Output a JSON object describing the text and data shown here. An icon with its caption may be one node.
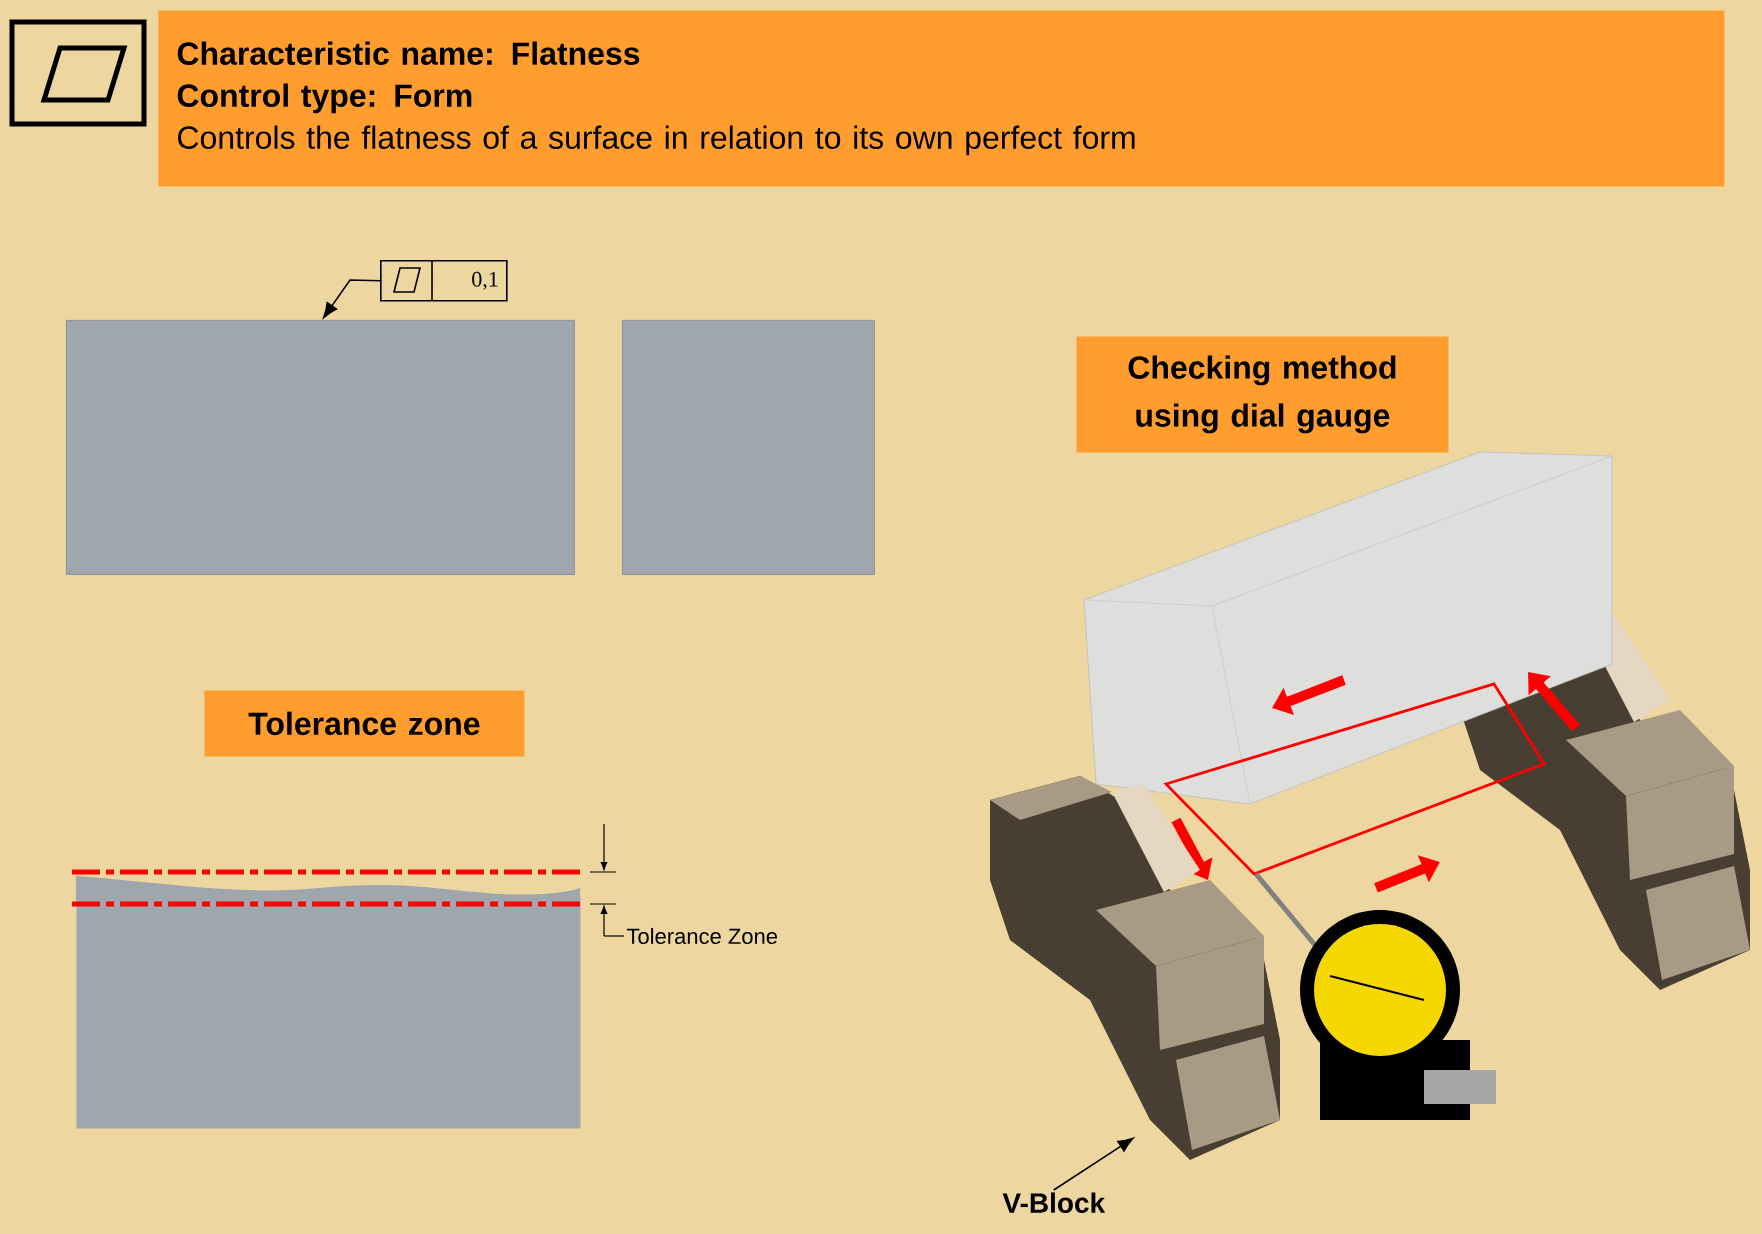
{
  "diagram": {
    "nodes": [
      {
        "text": [
          "Characteristic name: Flatness",
          "Control type: Form",
          "Controls the flatness of a surface in relation to its own perfect form"
        ]
      },
      {
        "text": [
          "0,1"
        ]
      },
      {
        "text": [],
        "shape": "box"
      },
      {
        "text": [],
        "shape": "box"
      },
      {
        "text": [
          "Checking method using dial gauge"
        ]
      },
      {
        "text": [
          "Tolerance zone"
        ]
      },
      {
        "text": [],
        "shape": "box"
      },
      {
        "text": [
          "V-Block"
        ]
      },
      {
        "text": [],
        "shape": "picture"
      }
    ],
    "edges": [
      {
        "from": 1,
        "to": 2,
        "arrow": "to"
      },
      {
        "from": 7,
        "to": 8,
        "arrow": "to"
      }
    ],
    "labels": [
      "Tolerance Zone"
    ]
  }
}
